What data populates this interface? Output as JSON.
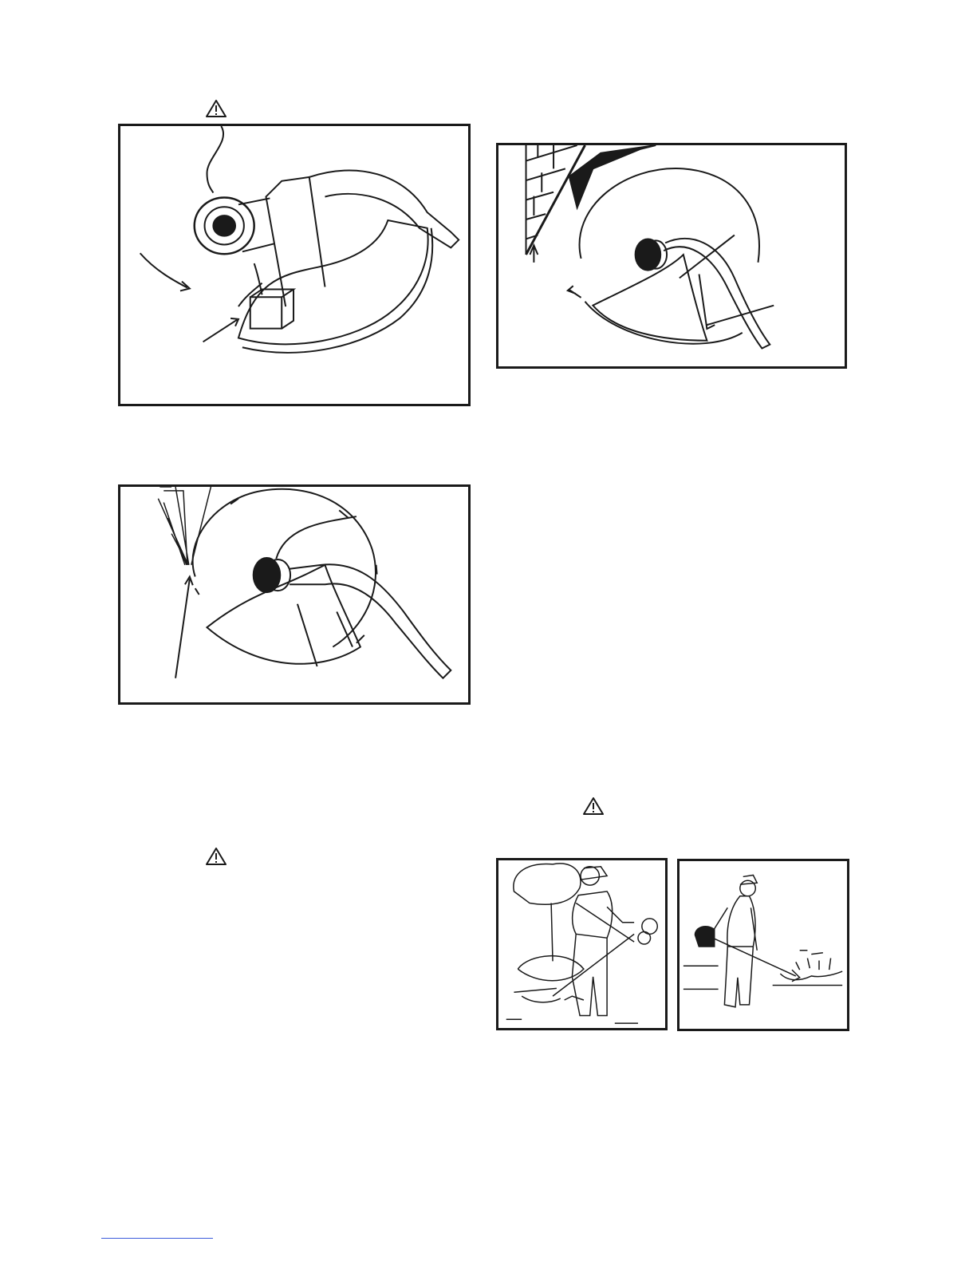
{
  "page": {
    "warning_icon": "warning-triangle-icon",
    "colors": {
      "ink": "#1a1a1a",
      "rule": "#3b5bdb"
    }
  },
  "figures": {
    "guard_install": {
      "icon": "trimmer-guard-illustration"
    },
    "cutting_arc": {
      "icon": "trimmer-cutting-arc-illustration"
    },
    "wall_trim": {
      "icon": "trimmer-near-wall-illustration"
    },
    "operator_walking": {
      "icon": "operator-carrying-trimmer-illustration"
    },
    "operator_trimming": {
      "icon": "operator-trimming-grass-illustration"
    }
  }
}
